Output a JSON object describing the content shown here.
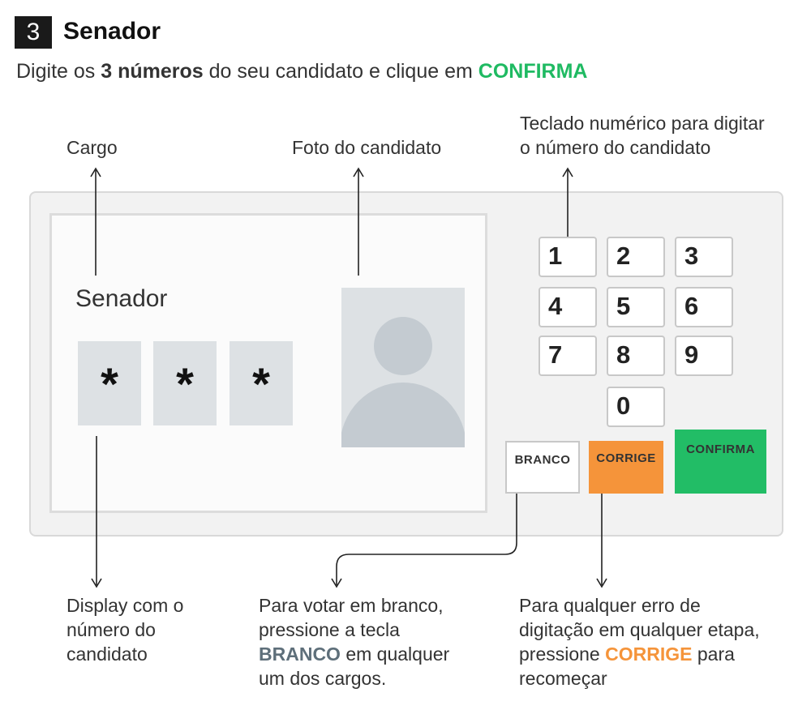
{
  "header": {
    "step_number": "3",
    "title": "Senador",
    "instruction_prefix": "Digite os ",
    "instruction_bold": "3 números",
    "instruction_middle": " do seu candidato e clique em ",
    "instruction_highlight": "CONFIRMA"
  },
  "labels": {
    "cargo": "Cargo",
    "foto": "Foto do candidato",
    "teclado_line1": "Teclado numérico para digitar",
    "teclado_line2": "o número do candidato",
    "display_line1": "Display com o",
    "display_line2": "número do",
    "display_line3": "candidato",
    "branco_line1": "Para votar em branco,",
    "branco_line2": "pressione a tecla",
    "branco_highlight": "BRANCO",
    "branco_line3_rest": " em qualquer",
    "branco_line4": "um dos cargos.",
    "corrige_line1": "Para qualquer erro de",
    "corrige_line2": "digitação em qualquer etapa,",
    "corrige_line3_pre": "pressione ",
    "corrige_highlight": "CORRIGE",
    "corrige_line3_post": " para",
    "corrige_line4": "recomeçar"
  },
  "screen": {
    "cargo_text": "Senador",
    "digits": [
      "*",
      "*",
      "*"
    ]
  },
  "keypad": {
    "keys": [
      "1",
      "2",
      "3",
      "4",
      "5",
      "6",
      "7",
      "8",
      "9",
      "0"
    ],
    "branco": "BRANCO",
    "corrige": "CORRIGE",
    "confirma": "CONFIRMA"
  },
  "colors": {
    "confirma_green": "#22bd66",
    "corrige_orange": "#f5943a",
    "branco_text_gray": "#5e6f7a",
    "header_green": "#1fba62"
  }
}
